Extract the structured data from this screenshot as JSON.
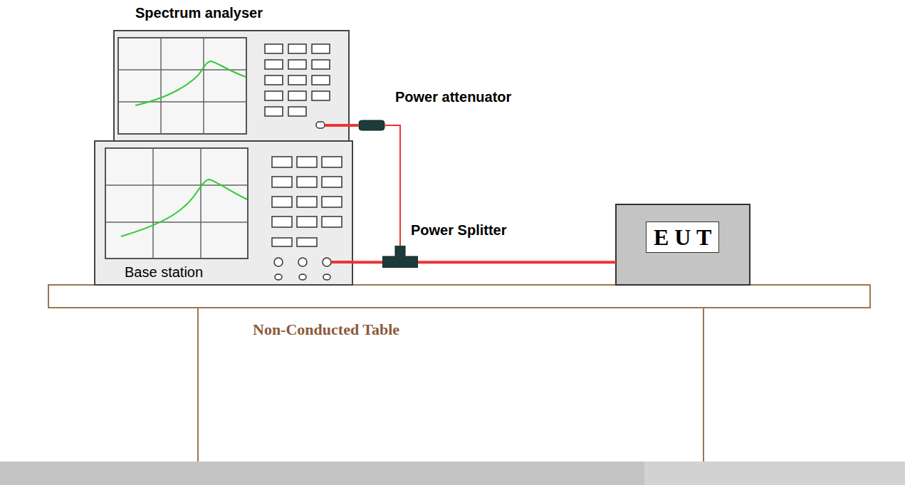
{
  "diagram": {
    "nodes": [
      {
        "text": [
          "Spectrum analyser"
        ]
      },
      {
        "text": [
          "Base station"
        ]
      },
      {
        "text": [
          "Power attenuator"
        ]
      },
      {
        "text": [
          "Power Splitter"
        ]
      },
      {
        "text": [
          "E U T"
        ]
      }
    ],
    "edges": [
      {
        "from": 0,
        "to": 2,
        "arrow": "none"
      },
      {
        "from": 2,
        "to": 3,
        "arrow": "none"
      },
      {
        "from": 1,
        "to": 3,
        "arrow": "none"
      },
      {
        "from": 3,
        "to": 4,
        "arrow": "none"
      }
    ],
    "labels": [
      "Non-Conducted Table"
    ]
  }
}
